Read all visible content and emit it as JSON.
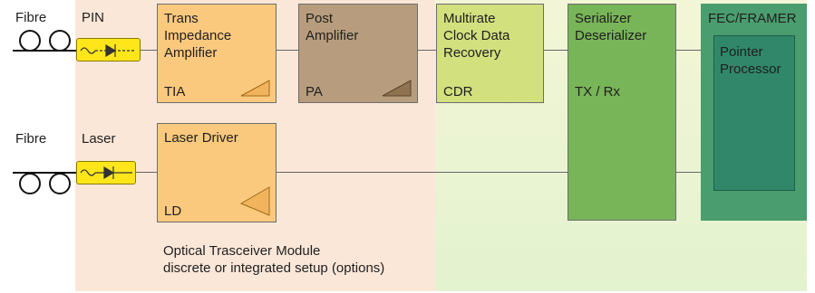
{
  "labels": {
    "fibre_top": "Fibre",
    "pin": "PIN",
    "fibre_bottom": "Fibre",
    "laser": "Laser",
    "module_caption": "Optical Trasceiver Module\ndiscrete or integrated setup (options)"
  },
  "blocks": {
    "tia": {
      "title": "Trans\nImpedance\nAmplifier",
      "abbr": "TIA"
    },
    "pa": {
      "title": "Post\nAmplifier",
      "abbr": "PA"
    },
    "cdr": {
      "title": "Multirate\nClock Data\nRecovery",
      "abbr": "CDR"
    },
    "serdes": {
      "title": "Serializer\nDeserializer",
      "abbr": "TX / Rx"
    },
    "fec": {
      "title": "FEC/FRAMER"
    },
    "pointer": {
      "title": "Pointer\nProcessor"
    },
    "ld": {
      "title": "Laser Driver",
      "abbr": "LD"
    }
  },
  "colors": {
    "optical_region": "#fbe7d8",
    "electrical_region": "#e3f2cf",
    "tia": "#fac97d",
    "pa": "#b79d7d",
    "cdr": "#d2e07e",
    "serdes": "#78b458",
    "fec": "#4a9d6e",
    "pointer": "#31876a",
    "ld": "#fac97d",
    "photodiode_box": "#ffe61a"
  }
}
